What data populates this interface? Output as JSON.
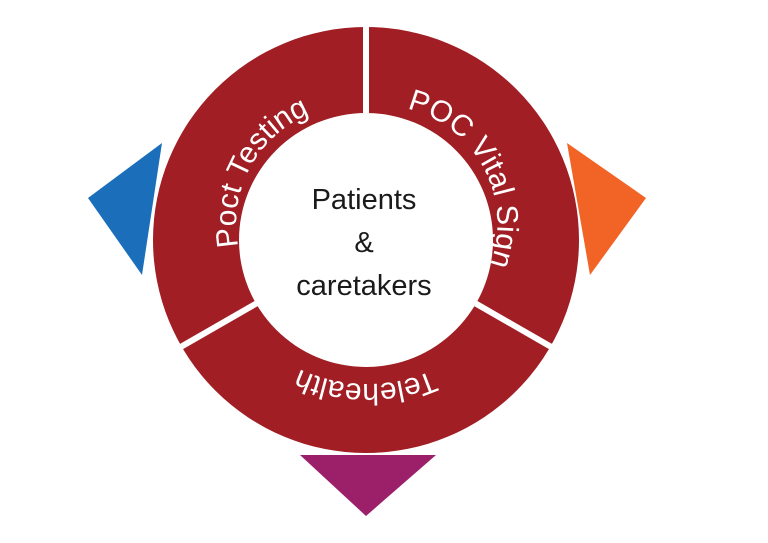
{
  "center": {
    "line1": "Patients",
    "line2": "&",
    "line3": "caretakers"
  },
  "segments": [
    {
      "label": "Poct Testing"
    },
    {
      "label": "POC Vital Sign"
    },
    {
      "label": "Telehealth"
    }
  ],
  "colors": {
    "ring": "#a01e24",
    "divider": "#ffffff",
    "inner_circle": "#ffffff",
    "pointer_left": "#1b6fba",
    "pointer_right": "#f26326",
    "pointer_bottom": "#9c1f6a"
  }
}
